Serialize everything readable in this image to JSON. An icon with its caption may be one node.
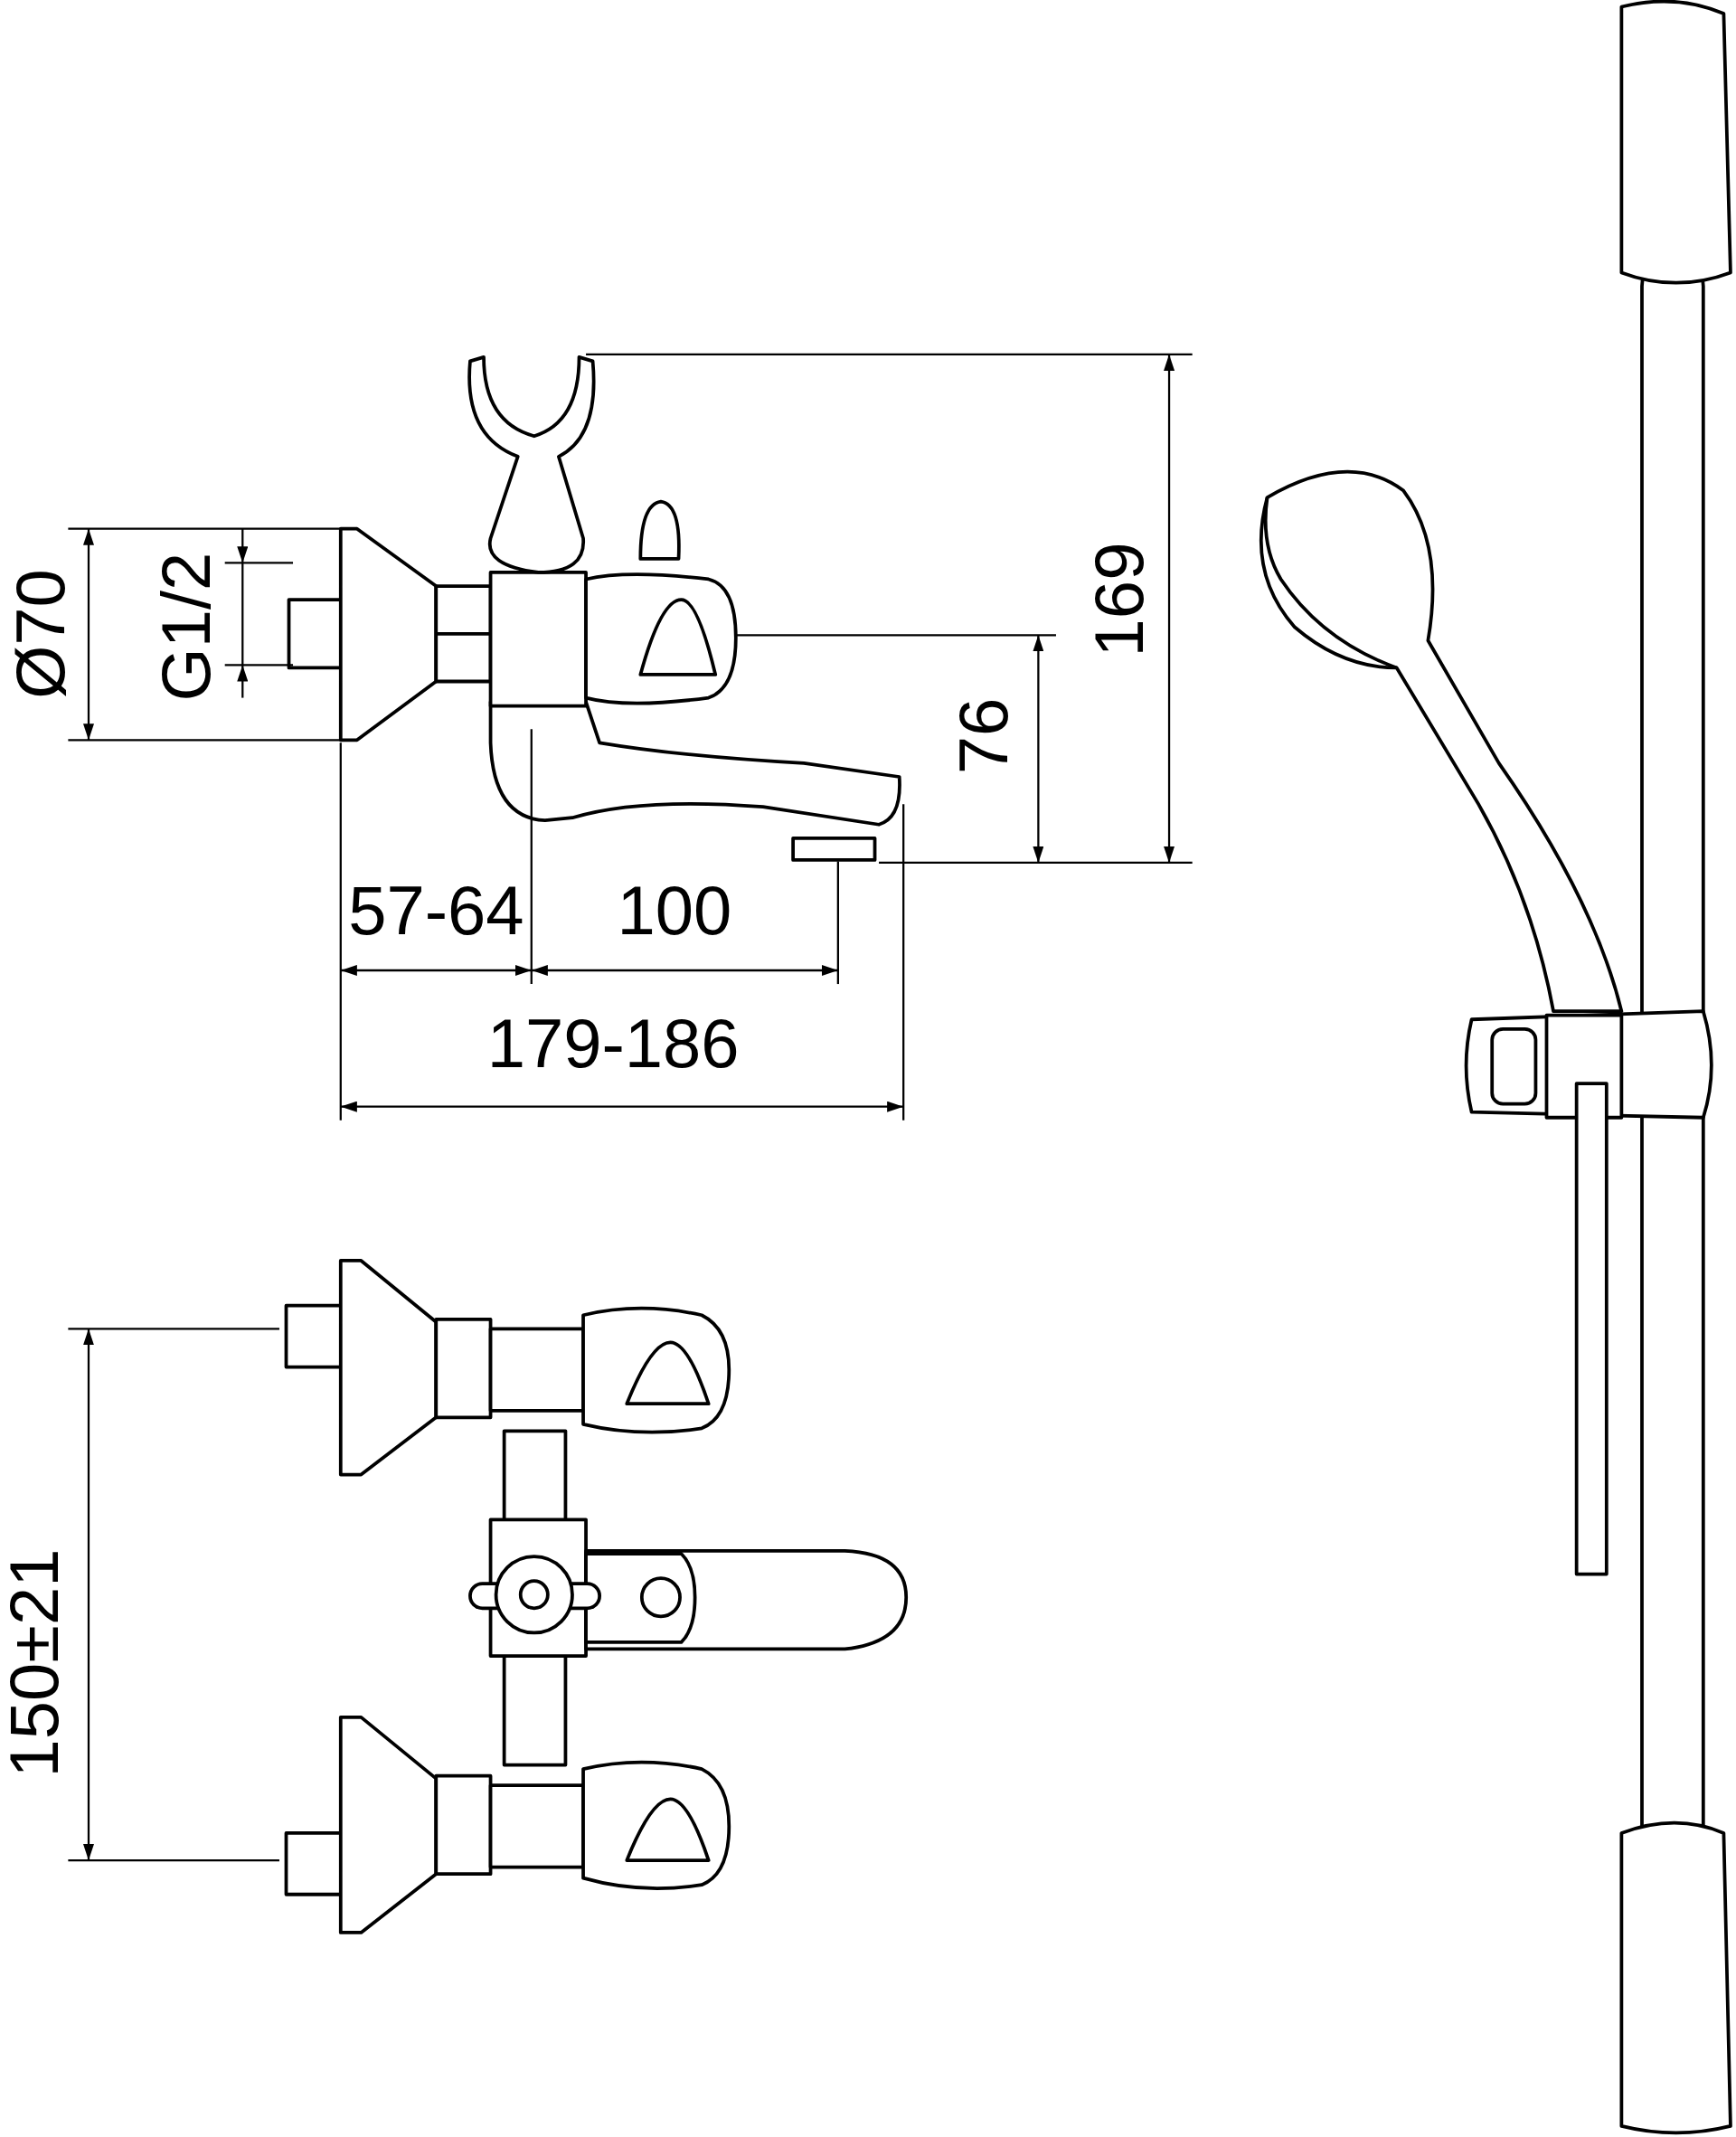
{
  "diagram": {
    "labels": [
      "Ø70",
      "G1/2",
      "169",
      "76",
      "57-64",
      "100",
      "179-186",
      "150±21"
    ]
  }
}
